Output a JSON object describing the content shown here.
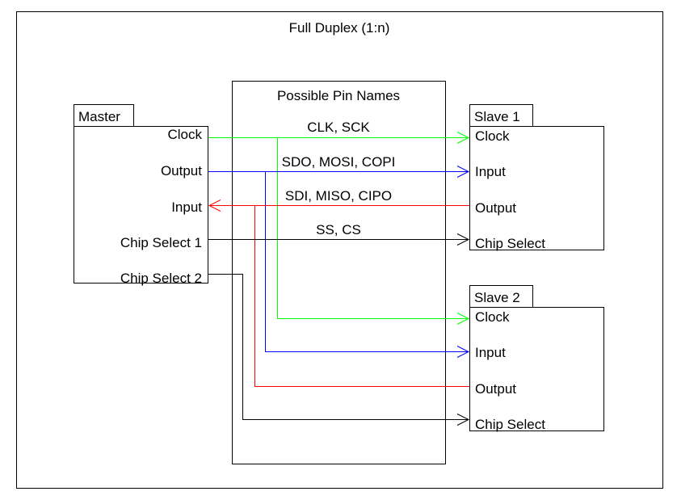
{
  "title": "Full Duplex (1:n)",
  "pin_box_title": "Possible Pin Names",
  "master": {
    "title": "Master",
    "pins": {
      "clock": "Clock",
      "output": "Output",
      "input": "Input",
      "cs1": "Chip Select 1",
      "cs2": "Chip Select 2"
    }
  },
  "slave1": {
    "title": "Slave 1",
    "pins": {
      "clock": "Clock",
      "input": "Input",
      "output": "Output",
      "cs": "Chip Select"
    }
  },
  "slave2": {
    "title": "Slave 2",
    "pins": {
      "clock": "Clock",
      "input": "Input",
      "output": "Output",
      "cs": "Chip Select"
    }
  },
  "signals": {
    "clock": {
      "names": "CLK, SCK",
      "color": "#00ff00"
    },
    "mosi": {
      "names": "SDO, MOSI, COPI",
      "color": "#0000ff"
    },
    "miso": {
      "names": "SDI, MISO, CIPO",
      "color": "#ff0000"
    },
    "cs": {
      "names": "SS, CS",
      "color": "#000000"
    }
  }
}
